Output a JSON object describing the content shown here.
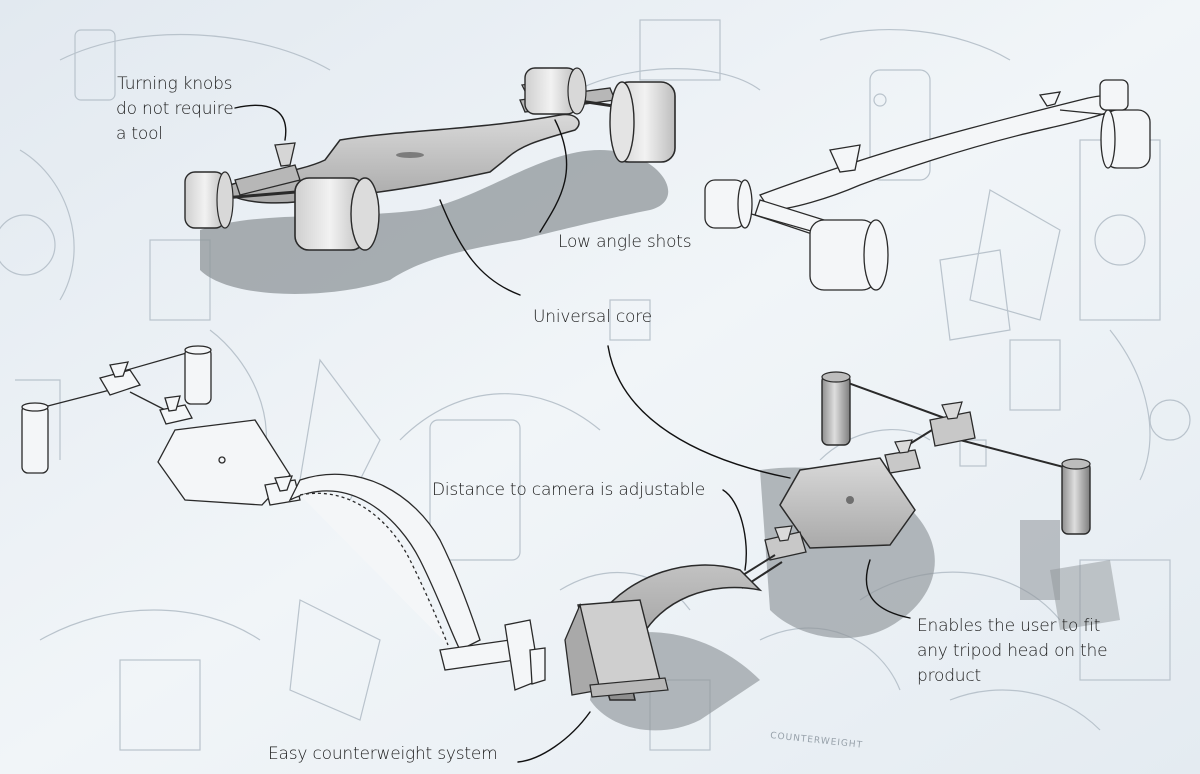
{
  "annotations": {
    "turning_knobs": [
      "Turning knobs",
      "do not require",
      "a tool"
    ],
    "low_angle": "Low angle shots",
    "universal_core": "Universal core",
    "distance": "Distance to camera is adjustable",
    "tripod": [
      "Enables the user to fit",
      "any tripod head on the",
      "product"
    ],
    "counterweight": "Easy counterweight system"
  },
  "background_note": "COUNTERWEIGHT",
  "colors": {
    "background": "#e7eef4",
    "sketch_line": "#2a2a2a",
    "faint_line": "#b9c3cc",
    "fill_light": "#e3e3e3",
    "fill_mid": "#c6c6c6",
    "shadow": "#8f959a"
  }
}
